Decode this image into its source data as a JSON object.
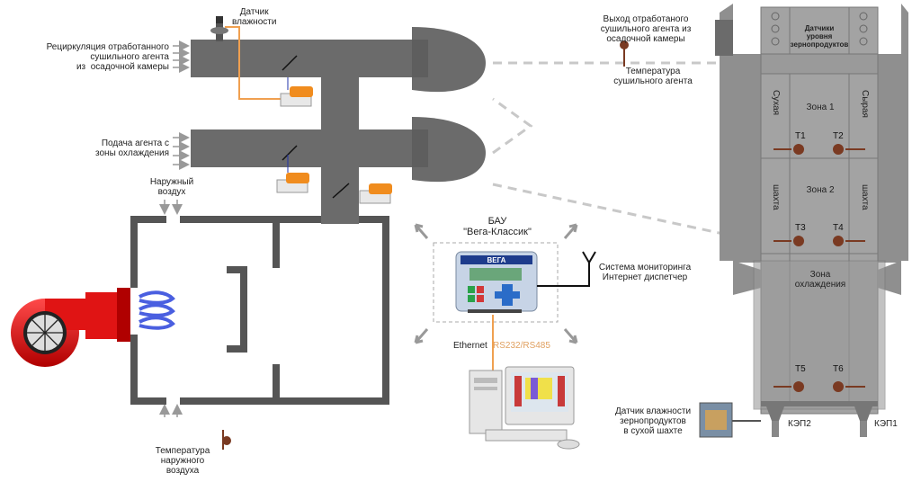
{
  "labels": {
    "humidity_sensor": "Датчик\nвлажности",
    "recirculation": "Рециркуляция отработанного\nсушильного агента\nиз  осадочной камеры",
    "supply_from_cooling": "Подача агента с\nзоны охлаждения",
    "outside_air": "Наружный\nвоздух",
    "outside_air_temp": "Температура\nнаружного\nвоздуха",
    "exhaust_out": "Выход отработаного\nсушильного агента из\nосадочной камеры",
    "drying_agent_temp": "Температура\nсушильного агента",
    "bau_title": "БАУ\n\"Вега-Классик\"",
    "monitoring": "Система мониторинга\nИнтернет диспетчер",
    "ethernet": "Ethernet",
    "rs_port": "RS232/RS485",
    "grain_humidity_sensor": "Датчик влажности\nзернопродуктов\nв сухой шахте",
    "level_sensors": "Датчики\nуровня\nзернопродуктов",
    "zone1": "Зона 1",
    "zone2": "Зона 2",
    "cooling_zone": "Зона\nохлаждения",
    "dry_shaft": "Сухая",
    "wet_shaft": "Сырая",
    "shaft": "шахта",
    "t1": "Т1",
    "t2": "Т2",
    "t3": "Т3",
    "t4": "Т4",
    "t5": "Т5",
    "t6": "Т6",
    "kep2": "КЭП2",
    "kep1": "КЭП1",
    "controller_brand": "ВЕГА"
  },
  "colors": {
    "duct": "#6b6b6b",
    "dryer_panel": "#8f8f8f",
    "dryer_zone": "#a3a3a3",
    "burner": "#e01414",
    "flame": "#4a5fe0",
    "actuator": "#f08c1e",
    "cable": "#f0a050",
    "dashed_link": "#c8c8c8"
  }
}
